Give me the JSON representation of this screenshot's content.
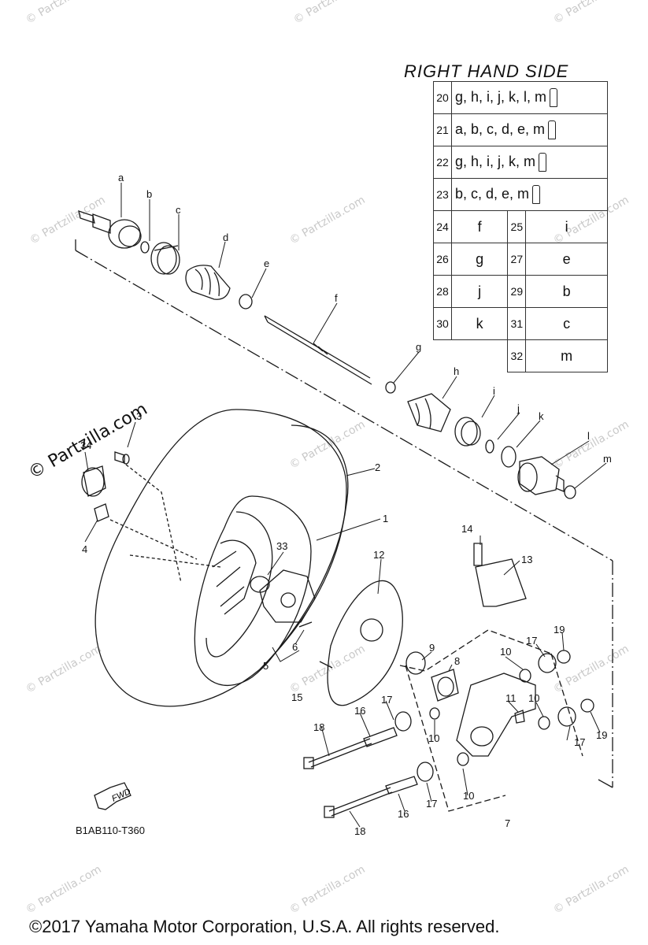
{
  "diagram": {
    "section_title": "RIGHT HAND SIDE",
    "key_table": {
      "wide_rows": [
        {
          "ref": "20",
          "parts": "g, h, i, j, k, l, m",
          "tube_icon": "grease-tube-icon"
        },
        {
          "ref": "21",
          "parts": "a, b, c, d, e, m",
          "tube_icon": "grease-tube-icon"
        },
        {
          "ref": "22",
          "parts": "g, h, i, j, k, m",
          "tube_icon": "grease-tube-icon"
        },
        {
          "ref": "23",
          "parts": "b, c, d, e, m",
          "tube_icon": "grease-tube-icon"
        }
      ],
      "pair_rows": [
        {
          "ref_a": "24",
          "part_a": "f",
          "ref_b": "25",
          "part_b": "i"
        },
        {
          "ref_a": "26",
          "part_a": "g",
          "ref_b": "27",
          "part_b": "e"
        },
        {
          "ref_a": "28",
          "part_a": "j",
          "ref_b": "29",
          "part_b": "b"
        },
        {
          "ref_a": "30",
          "part_a": "k",
          "ref_b": "31",
          "part_b": "c"
        }
      ],
      "last_row": {
        "ref": "32",
        "part": "m"
      }
    },
    "callouts": {
      "a": "a",
      "b": "b",
      "c": "c",
      "d": "d",
      "e": "e",
      "f": "f",
      "g": "g",
      "h": "h",
      "i": "i",
      "j": "j",
      "k": "k",
      "l": "l",
      "m": "m",
      "n1": "1",
      "n2": "2",
      "n3": "3",
      "n4": "4",
      "n5": "5",
      "n6": "6",
      "n7": "7",
      "n8": "8",
      "n9": "9",
      "n10a": "10",
      "n10b": "10",
      "n10c": "10",
      "n10d": "10",
      "n11": "11",
      "n12": "12",
      "n13": "13",
      "n14": "14",
      "n15": "15",
      "n16a": "16",
      "n16b": "16",
      "n17a": "17",
      "n17b": "17",
      "n17c": "17",
      "n17d": "17",
      "n18a": "18",
      "n18b": "18",
      "n19a": "19",
      "n19b": "19",
      "n33": "33",
      "n34": "34"
    },
    "fwd_label": "FWD",
    "part_number": "B1AB110-T360",
    "copyright": "©2017 Yamaha Motor Corporation, U.S.A. All rights reserved.",
    "watermark": "© Partzilla.com",
    "watermark_big": "© Partzilla.com"
  }
}
